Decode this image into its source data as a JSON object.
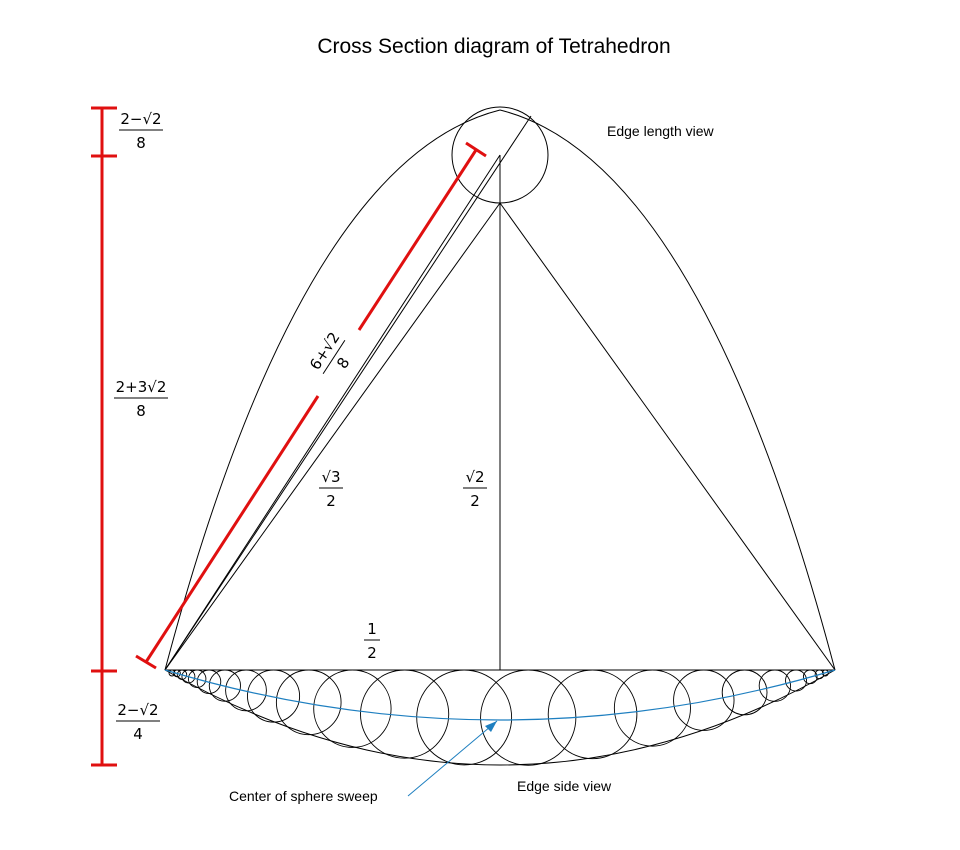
{
  "title": "Cross Section diagram of Tetrahedron",
  "labels": {
    "edge_length_view": "Edge length view",
    "edge_side_view": "Edge side view",
    "sweep_center": "Center of sphere sweep"
  },
  "dimensions": {
    "top_segment": {
      "num": "2−√2",
      "den": "8"
    },
    "middle_segment": {
      "num": "2+3√2",
      "den": "8"
    },
    "bottom_segment": {
      "num": "2−√2",
      "den": "4"
    },
    "slant_red": {
      "num": "6+√2",
      "den": "8"
    },
    "sqrt3_half": {
      "num": "√3",
      "den": "2"
    },
    "sqrt2_half": {
      "num": "√2",
      "den": "2"
    },
    "half": {
      "num": "1",
      "den": "2"
    }
  },
  "colors": {
    "lines": "#000000",
    "dimension": "#e01010",
    "sweep": "#1e7fc0",
    "background": "#ffffff"
  }
}
